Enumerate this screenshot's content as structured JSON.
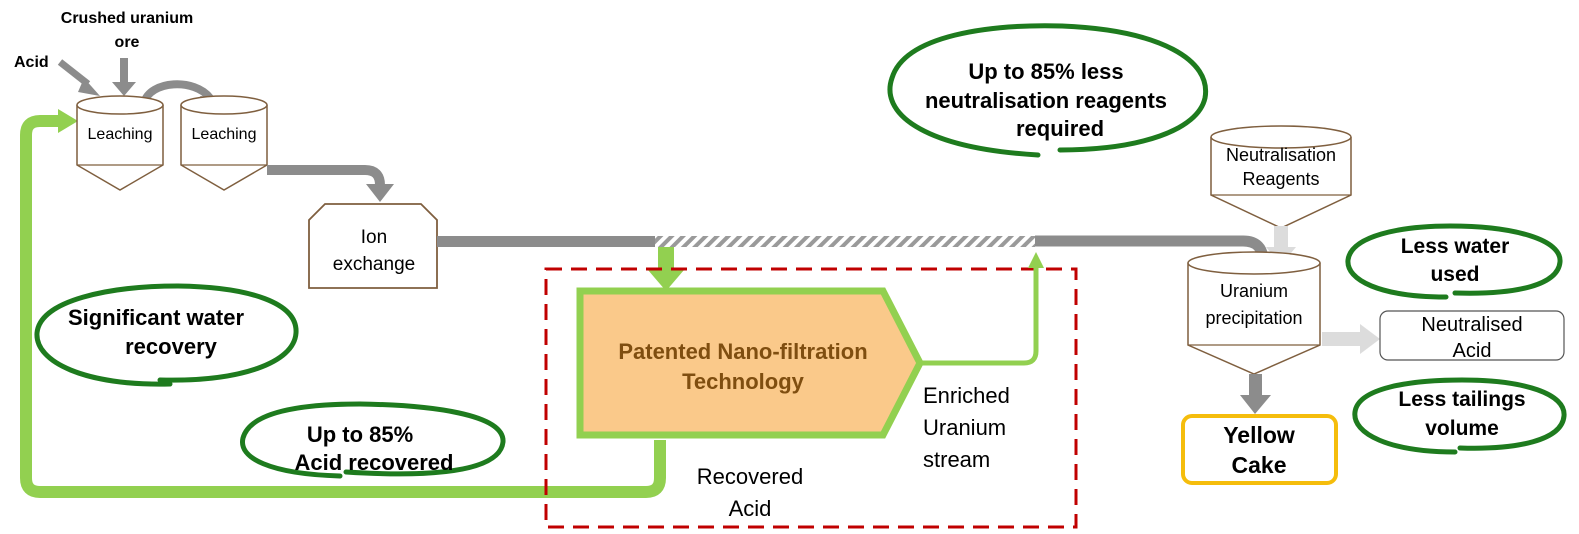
{
  "inputs": {
    "crushed_ore_line1": "Crushed uranium",
    "crushed_ore_line2": "ore",
    "acid": "Acid"
  },
  "tanks": {
    "leaching_1": "Leaching",
    "leaching_2": "Leaching",
    "ion_exchange_line1": "Ion",
    "ion_exchange_line2": "exchange",
    "neutralisation_line1": "Neutralisation",
    "neutralisation_line2": "Reagents",
    "precipitation_line1": "Uranium",
    "precipitation_line2": "precipitation",
    "neutralised_acid_line1": "Neutralised",
    "neutralised_acid_line2": "Acid",
    "yellow_cake_line1": "Yellow",
    "yellow_cake_line2": "Cake"
  },
  "technology": {
    "line1": "Patented  Nano-filtration",
    "line2": "Technology"
  },
  "streams": {
    "enriched_line1": "Enriched",
    "enriched_line2": "Uranium",
    "enriched_line3": "stream",
    "recovered_line1": "Recovered",
    "recovered_line2": "Acid"
  },
  "benefits": {
    "neutralisation_line1": "Up to 85% less",
    "neutralisation_line2": "neutralisation reagents",
    "neutralisation_line3": "required",
    "water_recovery_line1": "Significant water",
    "water_recovery_line2": "recovery",
    "acid_recovered_line1": "Up to 85%",
    "acid_recovered_line2": "Acid recovered",
    "less_water_line1": "Less water",
    "less_water_line2": "used",
    "less_tailings_line1": "Less tailings",
    "less_tailings_line2": "volume"
  },
  "colors": {
    "green": "#92d050",
    "dark_green": "#1e7b1e",
    "grey": "#8c8c8c",
    "brown": "#7f5f3f",
    "orange_fill": "#fac98a",
    "orange_text": "#7f4e10",
    "red_dashed": "#c00000",
    "yellow_cake_border": "#f5bd0c"
  }
}
